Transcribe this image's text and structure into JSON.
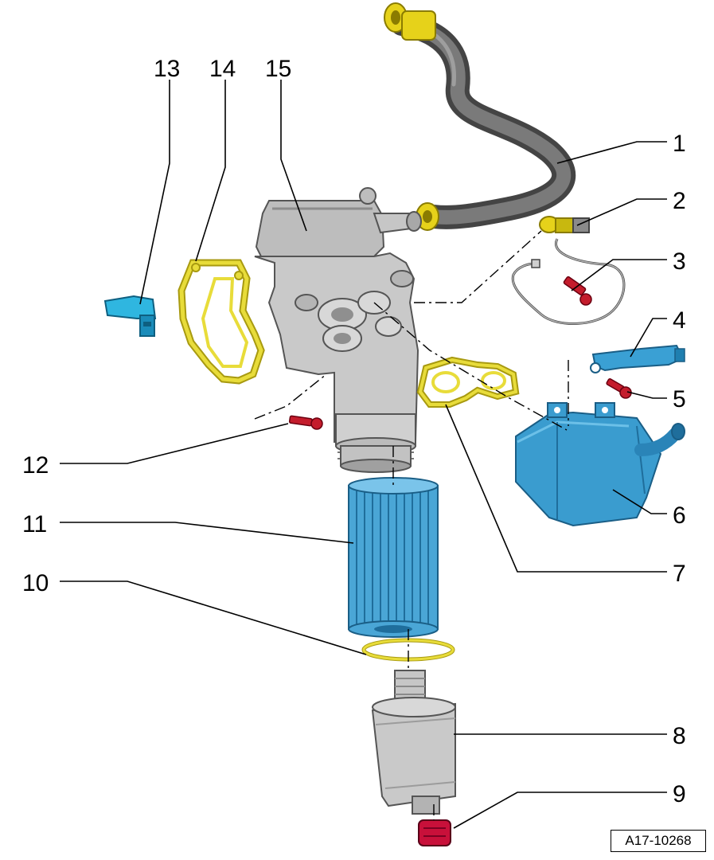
{
  "callouts": {
    "c1": "1",
    "c2": "2",
    "c3": "3",
    "c4": "4",
    "c5": "5",
    "c6": "6",
    "c7": "7",
    "c8": "8",
    "c9": "9",
    "c10": "10",
    "c11": "11",
    "c12": "12",
    "c13": "13",
    "c14": "14",
    "c15": "15"
  },
  "reference_code": "A17-10268",
  "colors": {
    "hose": "#5a5a5a",
    "hose_highlight": "#8a8a8a",
    "hose_fitting": "#e6d21a",
    "housing": "#c4c4c4",
    "housing_shadow": "#9a9a9a",
    "gasket": "#e8dc3a",
    "gasket_outline": "#a89a10",
    "filter": "#4aa6d6",
    "filter_dark": "#2a78a8",
    "cooler": "#3a9ccf",
    "cooler_dark": "#1f6e9c",
    "sensor": "#2fb6e0",
    "bolt": "#c41c2c",
    "cap": "#c8103a"
  },
  "parts": [
    {
      "id": "hose",
      "icon": "oil-hose"
    },
    {
      "id": "sensor-2",
      "icon": "oil-pressure-switch"
    },
    {
      "id": "sensor-3",
      "icon": "oil-level-sender-wire"
    },
    {
      "id": "bracket-4",
      "icon": "bracket"
    },
    {
      "id": "bolt-5",
      "icon": "bolt"
    },
    {
      "id": "cooler-6",
      "icon": "oil-cooler"
    },
    {
      "id": "gasket-7",
      "icon": "gasket"
    },
    {
      "id": "cap-8",
      "icon": "filter-housing-cap"
    },
    {
      "id": "plug-9",
      "icon": "drain-plug"
    },
    {
      "id": "ring-10",
      "icon": "o-ring"
    },
    {
      "id": "filter-11",
      "icon": "oil-filter-element"
    },
    {
      "id": "bolt-12",
      "icon": "bolt"
    },
    {
      "id": "sensor-13",
      "icon": "sensor"
    },
    {
      "id": "gasket-14",
      "icon": "gasket"
    },
    {
      "id": "housing-15",
      "icon": "oil-filter-housing"
    }
  ]
}
